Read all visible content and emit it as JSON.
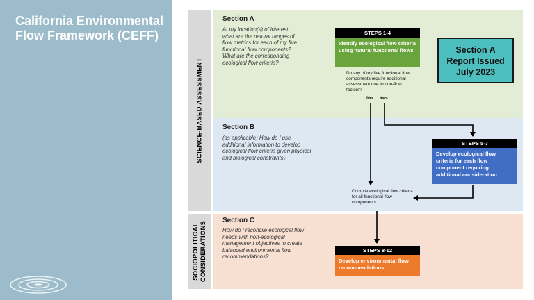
{
  "slide": {
    "title": "California Environmental Flow Framework (CEFF)"
  },
  "labels": {
    "science": "SCIENCE-BASED ASSESSMENT",
    "socio_line1": "SOCIOPOLITICAL",
    "socio_line2": "CONSIDERATIONS"
  },
  "sections": {
    "a": {
      "title": "Section A",
      "question": "At my location(s) of interest, what are the natural ranges of flow metrics for each of my five functional flow components? What are the corresponding ecological flow criteria?"
    },
    "b": {
      "title": "Section B",
      "question": "(as applicable) How do I use additional information to develop ecological flow criteria given physical and biological constraints?"
    },
    "c": {
      "title": "Section C",
      "question": "How do I reconcile ecological flow needs with non-ecological management objectives to create balanced environmental flow recommendations?"
    }
  },
  "steps": {
    "s1": {
      "head": "STEPS 1-4",
      "body": "Identify ecological flow criteria using natural functional flows"
    },
    "s2": {
      "head": "STEPS 5-7",
      "body": "Develop ecological flow criteria for each flow component requiring additional consideration"
    },
    "s3": {
      "head": "STEPS 8-12",
      "body": "Develop environmental flow recommendations"
    }
  },
  "decision": {
    "question": "Do any of my five functional flow components require additional assessment due to non-flow factors?",
    "no": "No",
    "yes": "Yes"
  },
  "compile_text": "Compile ecological flow criteria for all functional flow components",
  "report": {
    "line1": "Section A",
    "line2": "Report Issued",
    "line3": "July 2023"
  },
  "colors": {
    "green": "#6aa43c",
    "blue": "#3f6ec4",
    "orange": "#ee7a2b",
    "teal": "#4ebfbf",
    "panel": "#9dbccb"
  },
  "icons": {
    "logo": "water-ripple-icon"
  }
}
